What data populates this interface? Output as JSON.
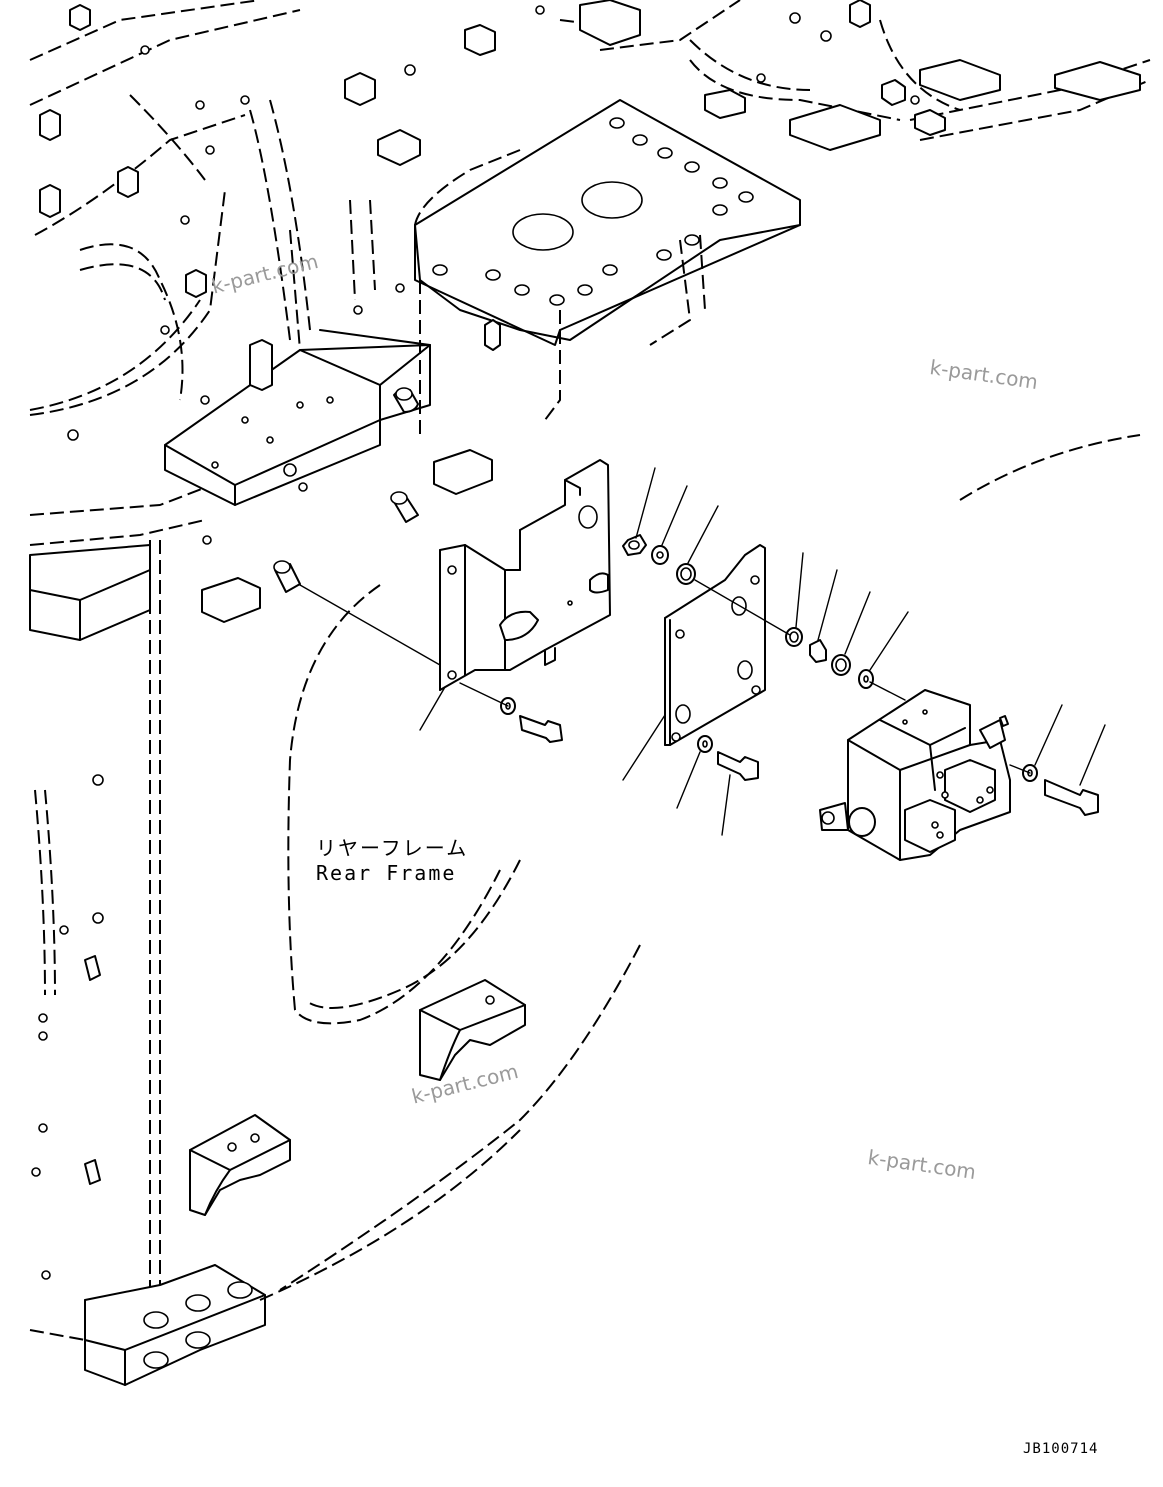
{
  "labels": {
    "frame_jp": "リヤーフレーム",
    "frame_en": "Rear Frame"
  },
  "watermark": "k-part.com",
  "drawing_code": "JB100714"
}
